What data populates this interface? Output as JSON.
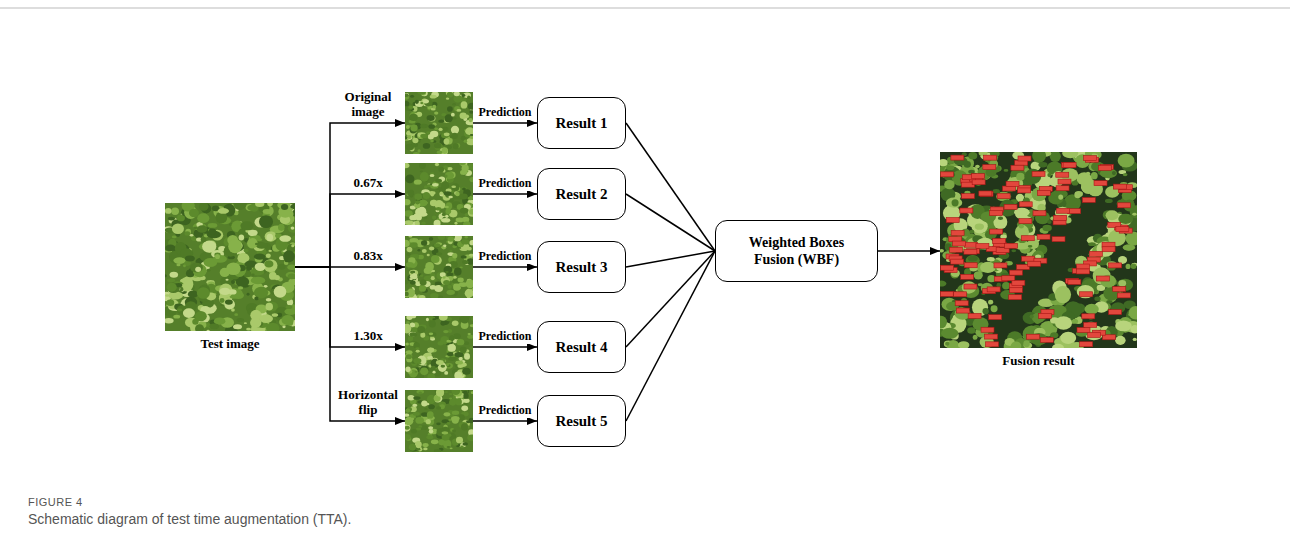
{
  "diagram": {
    "caption": "Schematic diagram of test time augmentation (TTA).",
    "nodes": [
      {
        "text": [
          "Test image"
        ]
      },
      {
        "text": [
          "Original image"
        ]
      },
      {
        "text": [
          "0.67x"
        ]
      },
      {
        "text": [
          "0.83x"
        ]
      },
      {
        "text": [
          "1.30x"
        ]
      },
      {
        "text": [
          "Horizontal flip"
        ]
      },
      {
        "text": [
          "Result 1"
        ]
      },
      {
        "text": [
          "Result 2"
        ]
      },
      {
        "text": [
          "Result 3"
        ]
      },
      {
        "text": [
          "Result 4"
        ]
      },
      {
        "text": [
          "Result 5"
        ]
      },
      {
        "text": [
          "Weighted Boxes Fusion (WBF)"
        ]
      },
      {
        "text": [
          "Fusion result"
        ]
      }
    ],
    "edges": [
      {
        "from": 0,
        "to": 1,
        "arrow": "to"
      },
      {
        "from": 0,
        "to": 2,
        "arrow": "to"
      },
      {
        "from": 0,
        "to": 3,
        "arrow": "to"
      },
      {
        "from": 0,
        "to": 4,
        "arrow": "to"
      },
      {
        "from": 0,
        "to": 5,
        "arrow": "to"
      },
      {
        "from": 1,
        "to": 6,
        "label": "Prediction",
        "arrow": "to"
      },
      {
        "from": 2,
        "to": 7,
        "label": "Prediction",
        "arrow": "to"
      },
      {
        "from": 3,
        "to": 8,
        "label": "Prediction",
        "arrow": "to"
      },
      {
        "from": 4,
        "to": 9,
        "label": "Prediction",
        "arrow": "to"
      },
      {
        "from": 5,
        "to": 10,
        "label": "Prediction",
        "arrow": "to"
      },
      {
        "from": 6,
        "to": 11,
        "arrow": "none"
      },
      {
        "from": 7,
        "to": 11,
        "arrow": "none"
      },
      {
        "from": 8,
        "to": 11,
        "arrow": "none"
      },
      {
        "from": 9,
        "to": 11,
        "arrow": "none"
      },
      {
        "from": 10,
        "to": 11,
        "arrow": "none"
      },
      {
        "from": 11,
        "to": 12,
        "arrow": "to"
      }
    ],
    "labels": [
      "FIGURE 4"
    ]
  }
}
